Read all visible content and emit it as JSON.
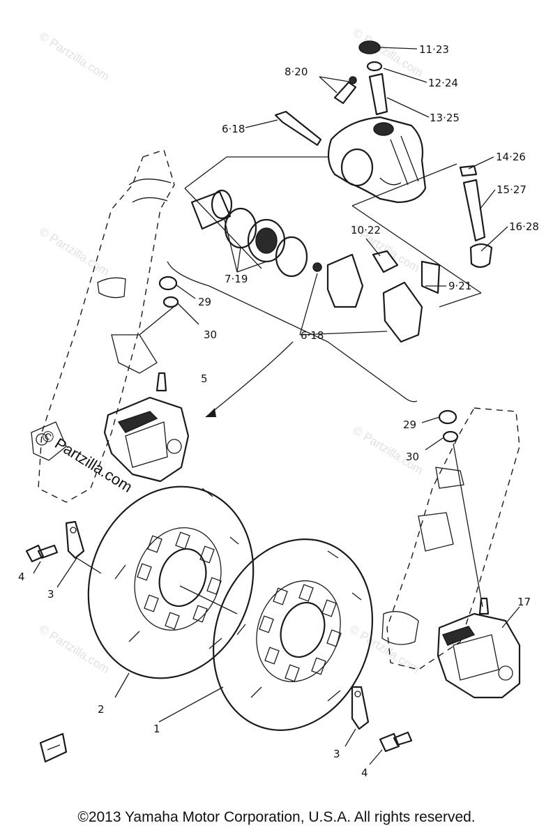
{
  "callouts": [
    {
      "id": "c-11-23",
      "label": "11·23"
    },
    {
      "id": "c-12-24",
      "label": "12·24"
    },
    {
      "id": "c-13-25",
      "label": "13·25"
    },
    {
      "id": "c-8-20",
      "label": "8·20"
    },
    {
      "id": "c-6-18-top",
      "label": "6·18"
    },
    {
      "id": "c-14-26",
      "label": "14·26"
    },
    {
      "id": "c-15-27",
      "label": "15·27"
    },
    {
      "id": "c-16-28",
      "label": "16·28"
    },
    {
      "id": "c-10-22",
      "label": "10·22"
    },
    {
      "id": "c-7-19",
      "label": "7·19"
    },
    {
      "id": "c-9-21",
      "label": "9·21"
    },
    {
      "id": "c-6-18-mid",
      "label": "6·18"
    },
    {
      "id": "c-29-left",
      "label": "29"
    },
    {
      "id": "c-30-left",
      "label": "30"
    },
    {
      "id": "c-5",
      "label": "5"
    },
    {
      "id": "c-29-right",
      "label": "29"
    },
    {
      "id": "c-30-right",
      "label": "30"
    },
    {
      "id": "c-4-left",
      "label": "4"
    },
    {
      "id": "c-3-left",
      "label": "3"
    },
    {
      "id": "c-17",
      "label": "17"
    },
    {
      "id": "c-2",
      "label": "2"
    },
    {
      "id": "c-1",
      "label": "1"
    },
    {
      "id": "c-3-right",
      "label": "3"
    },
    {
      "id": "c-4-right",
      "label": "4"
    }
  ],
  "watermark": {
    "text": "© Partzilla.com"
  },
  "copyright": "©2013 Yamaha Motor Corporation, U.S.A. All rights reserved."
}
